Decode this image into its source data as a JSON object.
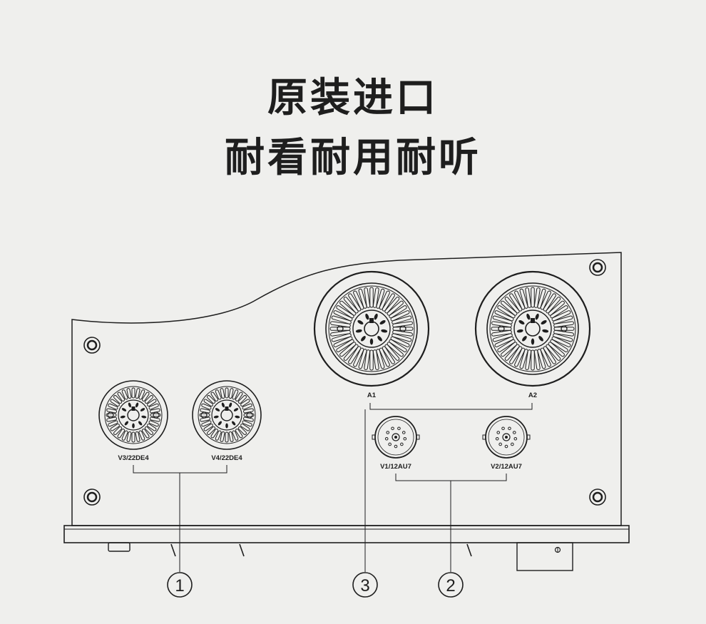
{
  "headline": {
    "line1": "原装进口",
    "line2": "耐看耐用耐听"
  },
  "sockets": {
    "v3": "V3/22DE4",
    "v4": "V4/22DE4",
    "a1": "A1",
    "a2": "A2",
    "v1": "V1/12AU7",
    "v2": "V2/12AU7"
  },
  "callouts": [
    "1",
    "3",
    "2"
  ],
  "colors": {
    "background": "#efefed",
    "line": "#1e1e1e"
  }
}
